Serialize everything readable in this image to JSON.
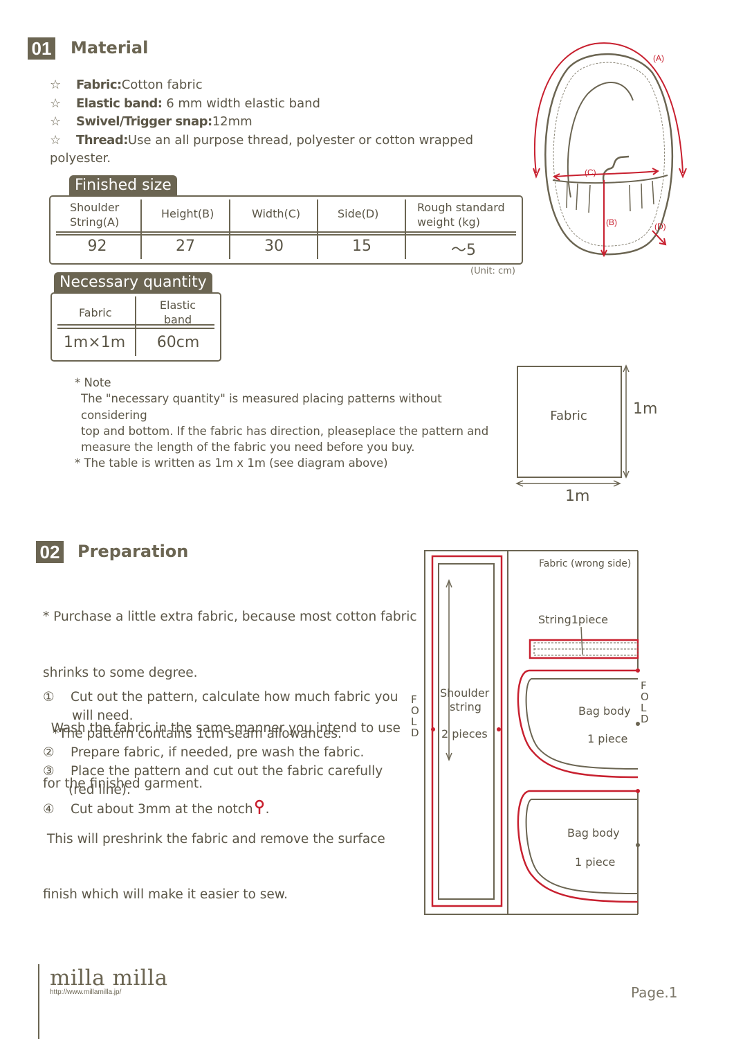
{
  "section1": {
    "number": "01",
    "title": "Material",
    "materials": [
      {
        "star": "☆",
        "label": "Fabric:",
        "value": "Cotton fabric"
      },
      {
        "star": "☆",
        "label": "Elastic band:",
        "value": " 6 mm width elastic band"
      },
      {
        "star": "☆",
        "label": "Swivel/Trigger snap:",
        "value": "12mm"
      },
      {
        "star": "☆",
        "label": "Thread:",
        "value": "Use an all purpose thread, polyester or cotton wrapped polyester."
      }
    ],
    "finished_size": {
      "label": "Finished size",
      "headers": [
        "Shoulder String(A)",
        "Height(B)",
        "Width(C)",
        "Side(D)",
        "Rough standard weight (kg)"
      ],
      "values": [
        "92",
        "27",
        "30",
        "15",
        "～5"
      ],
      "unit": "(Unit: cm)"
    },
    "necessary_quantity": {
      "label": "Necessary quantity",
      "headers": [
        "Fabric",
        "Elastic band"
      ],
      "values": [
        "1m×1m",
        "60cm"
      ]
    },
    "note": {
      "title": "* Note",
      "lines": [
        "The \"necessary quantity\" is measured placing patterns without considering",
        "top and bottom. If the fabric has direction, pleaseplace the pattern and",
        "measure the length of the fabric you need before you buy."
      ],
      "footnote": "* The table is written as 1m x 1m (see diagram above)"
    },
    "bag_diagram": {
      "label_a": "(A)",
      "label_b": "(B)",
      "label_c": "(C)",
      "label_d": "(D)"
    },
    "fabric_diagram": {
      "label": "Fabric",
      "height": "1m",
      "width": "1m"
    }
  },
  "section2": {
    "number": "02",
    "title": "Preparation",
    "intro": [
      "* Purchase a little extra fabric, because most cotton fabric",
      "shrinks to some degree.",
      "  Wash the fabric in the same manner you intend to use",
      "for the finished garment.",
      " This will preshrink the fabric and remove the surface",
      "finish which will make it easier to sew."
    ],
    "steps": [
      {
        "num": "①",
        "lines": [
          "Cut out the pattern, calculate how much fabric you",
          "will need."
        ]
      },
      {
        "num": "",
        "lines": [
          "*The pattern contains 1cm seam allowances."
        ]
      },
      {
        "num": "②",
        "lines": [
          "Prepare fabric, if needed, pre wash the fabric."
        ]
      },
      {
        "num": "③",
        "lines": [
          "Place the pattern and cut out the fabric carefully",
          "(red line)."
        ]
      },
      {
        "num": "④",
        "lines": [
          "Cut about 3mm at the notch"
        ]
      }
    ],
    "layout_diagram": {
      "fabric_label": "Fabric (wrong side)",
      "string_label": "String1piece",
      "shoulder_label_1": "Shoulder",
      "shoulder_label_2": "string",
      "shoulder_count": "2 pieces",
      "fold_left": "FOLD",
      "fold_right": "FOLD",
      "bag_body_1": "Bag body",
      "bag_body_1_count": "1 piece",
      "bag_body_2": "Bag body",
      "bag_body_2_count": "1 piece"
    }
  },
  "footer": {
    "brand": "milla milla",
    "url": "http://www.millamilla.jp/",
    "page": "Page.1"
  },
  "colors": {
    "brown": "#6b6552",
    "text": "#5b5647",
    "red": "#c8202f"
  }
}
